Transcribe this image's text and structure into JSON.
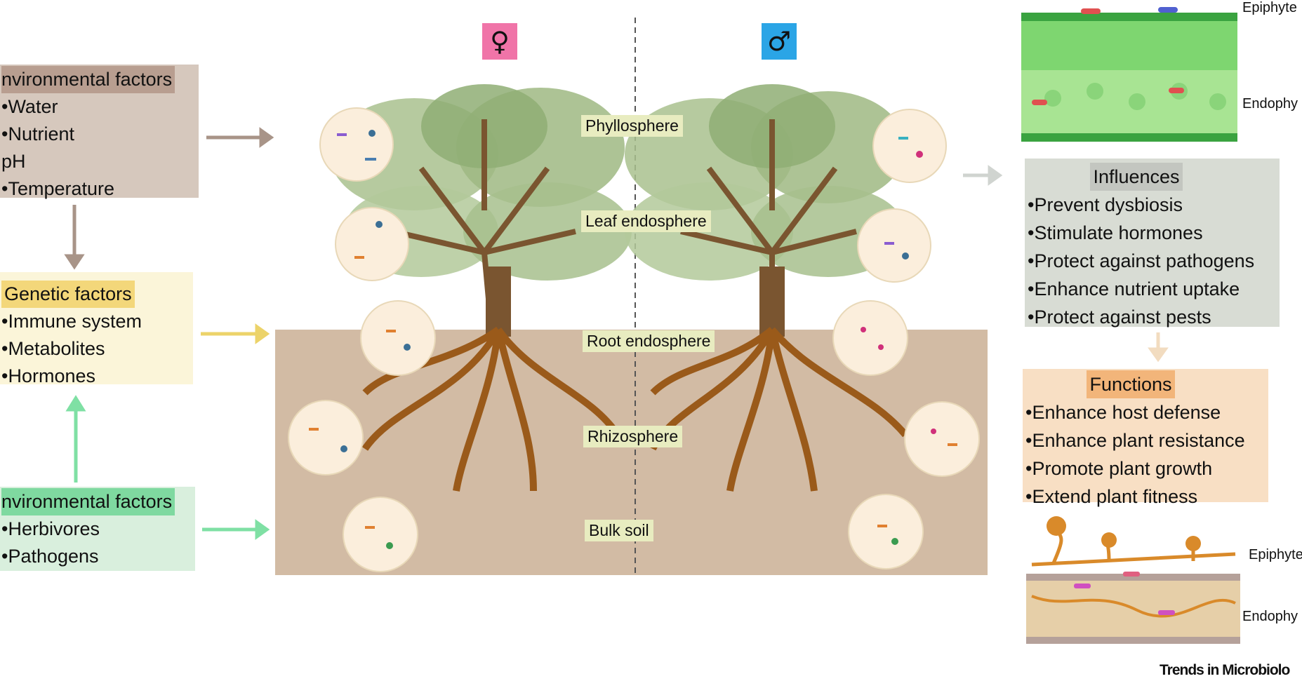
{
  "left_boxes": [
    {
      "title": "nvironmental factors",
      "items": [
        "•Water",
        "•Nutrient",
        "pH",
        "•Temperature"
      ]
    },
    {
      "title": "Genetic factors",
      "items": [
        "•Immune system",
        "•Metabolites",
        "•Hormones"
      ]
    },
    {
      "title": "nvironmental factors",
      "items": [
        "•Herbivores",
        "•Pathogens"
      ]
    }
  ],
  "sex_symbols": {
    "female": "♀",
    "male": "♂"
  },
  "zones": [
    "Phyllosphere",
    "Leaf endosphere",
    "Root endosphere",
    "Rhizosphere",
    "Bulk soil"
  ],
  "influences": {
    "title": "Influences",
    "items": [
      "•Prevent dysbiosis",
      "•Stimulate hormones",
      "•Protect against pathogens",
      "•Enhance nutrient uptake",
      "•Protect against pests"
    ]
  },
  "functions": {
    "title": "Functions",
    "items": [
      "•Enhance host defense",
      "•Enhance plant resistance",
      "•Promote plant growth",
      "•Extend plant fitness"
    ]
  },
  "leaf_labels": {
    "epiphyte": "Epiphyte",
    "endophyte": "Endophy"
  },
  "root_labels": {
    "epiphyte": "Epiphyte",
    "endophyte": "Endophy"
  },
  "credit": "Trends in Microbiolo",
  "colors": {
    "env_top": "#d6c8bd",
    "env_top_head": "#b89e90",
    "genetic": "#fbf5d9",
    "genetic_head": "#f3d77a",
    "env_bottom": "#d9efdd",
    "env_bottom_head": "#7fd9a0",
    "soil": "#d2bba4",
    "female": "#f074a8",
    "male": "#2ba5e6",
    "influences": "#d8dcd4",
    "functions": "#f8dfc4"
  }
}
